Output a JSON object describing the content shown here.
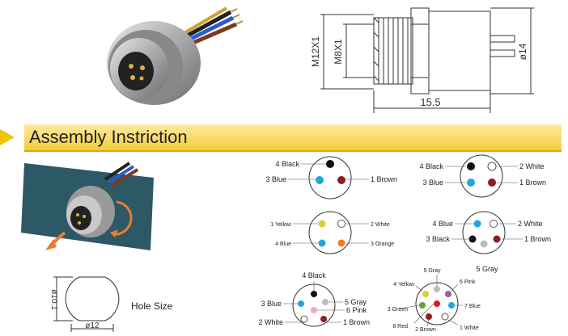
{
  "drawing": {
    "dim_m12": "M12X1",
    "dim_m8": "M8X1",
    "dim_dia14": "ø14",
    "dim_len": "15.5"
  },
  "banner": {
    "title": "Assembly Instriction",
    "accent": "#f2c200"
  },
  "hole": {
    "dia_v": "ø10.1",
    "dia_h": "ø12",
    "label": "Hole Size"
  },
  "pinouts": {
    "p3": {
      "black": "4 Black",
      "blue": "3 Blue",
      "brown": "1 Brown"
    },
    "p4": {
      "black": "4 Black",
      "white": "2 White",
      "blue": "3 Blue",
      "brown": "1 Brown"
    },
    "p4b": {
      "yellow": "1 Yellow",
      "white": "2 White",
      "blue": "4 Blue",
      "orange": "3 Orange"
    },
    "p5": {
      "blue": "4 Blue",
      "white": "2 White",
      "black": "3 Black",
      "brown": "1 Brown",
      "gray": "5 Gray"
    },
    "p6": {
      "black": "4 Black",
      "blue": "3 Blue",
      "gray": "5 Gray",
      "pink": "6 Pink",
      "white": "2 White",
      "brown": "1 Brown"
    },
    "p8": {
      "gray": "5 Gray",
      "pink": "6 Pink",
      "yellow": "4 Yellow",
      "green": "3 Green",
      "blue": "7 Blue",
      "red": "8 Red",
      "brown": "2 Brown",
      "white": "1 White"
    }
  },
  "colors": {
    "black": "#111111",
    "blue": "#1ea7e0",
    "brown": "#8b1f1f",
    "white": "#ffffff",
    "yellow": "#d8cf34",
    "orange": "#f07a2a",
    "gray": "#bdbdbd",
    "pink": "#f2a8c0",
    "green": "#5aa63a",
    "red": "#e01b1b",
    "purple": "#a05aa0"
  }
}
